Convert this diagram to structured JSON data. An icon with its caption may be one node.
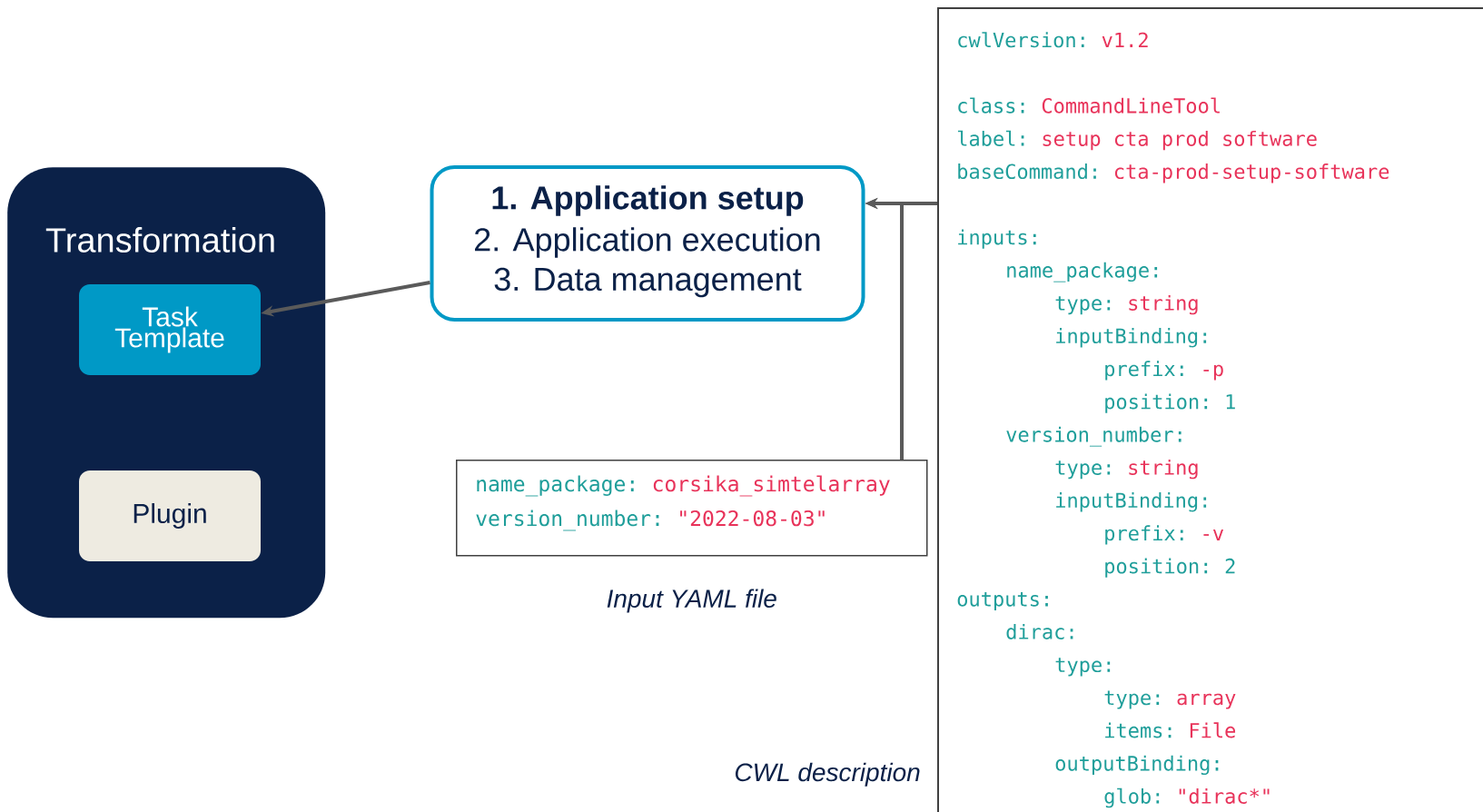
{
  "diagram": {
    "nodes": [
      {
        "text": [
          "Transformation"
        ]
      },
      {
        "text": [
          "Task Template"
        ],
        "in": 0
      },
      {
        "text": [
          "Plugin"
        ],
        "in": 0
      },
      {
        "text": [
          "1.  Application setup",
          "2.  Application execution",
          "3.  Data management"
        ]
      },
      {
        "text": [
          "name_package:",
          "corsika_simtelarray",
          "version_number:",
          "\"2022-08-03\""
        ],
        "beside": [
          "Input YAML file"
        ]
      },
      {
        "text": [
          "cwlVersion:",
          "v1.2",
          "class:",
          "CommandLineTool",
          "label:",
          "setup cta prod software",
          "baseCommand:",
          "cta-prod-setup-software",
          "inputs:",
          "name_package:",
          "type:",
          "string",
          "inputBinding:",
          "prefix:",
          "-p",
          "position:",
          "1",
          "version_number:",
          "type:",
          "string",
          "inputBinding:",
          "prefix:",
          "-v",
          "position:",
          "2",
          "outputs:",
          "dirac:",
          "type:",
          "type:",
          "array",
          "items:",
          "File",
          "outputBinding:",
          "glob:",
          "\"dirac*\""
        ],
        "beside": [
          "CWL description"
        ]
      }
    ],
    "edges": [
      {
        "from": 3,
        "to": 1,
        "arrow": "to"
      },
      {
        "from": 5,
        "to": 3,
        "arrow": "to"
      },
      {
        "from": 4,
        "to": 3,
        "arrow": "to"
      }
    ]
  }
}
